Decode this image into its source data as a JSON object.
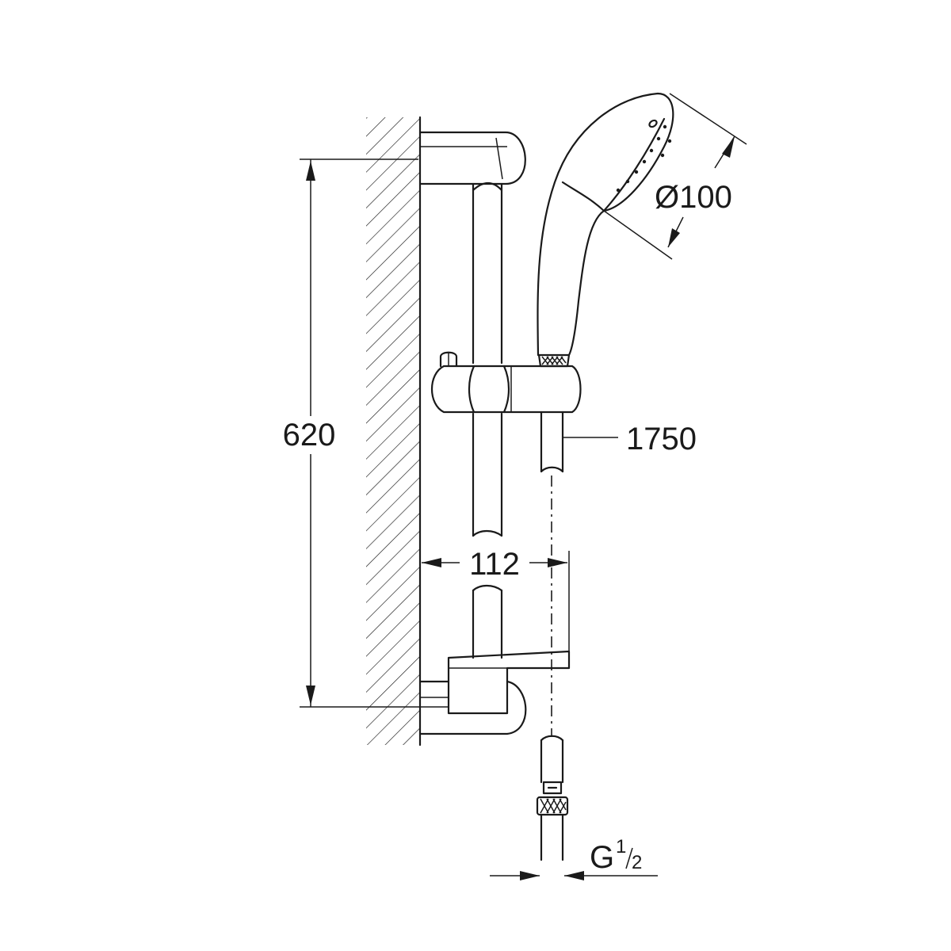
{
  "dimensions": {
    "height": "620",
    "wall_offset": "112",
    "hose_length": "1750",
    "head_diameter": "Ø100",
    "thread": {
      "letter": "G",
      "numerator": "1",
      "denominator": "2"
    }
  }
}
